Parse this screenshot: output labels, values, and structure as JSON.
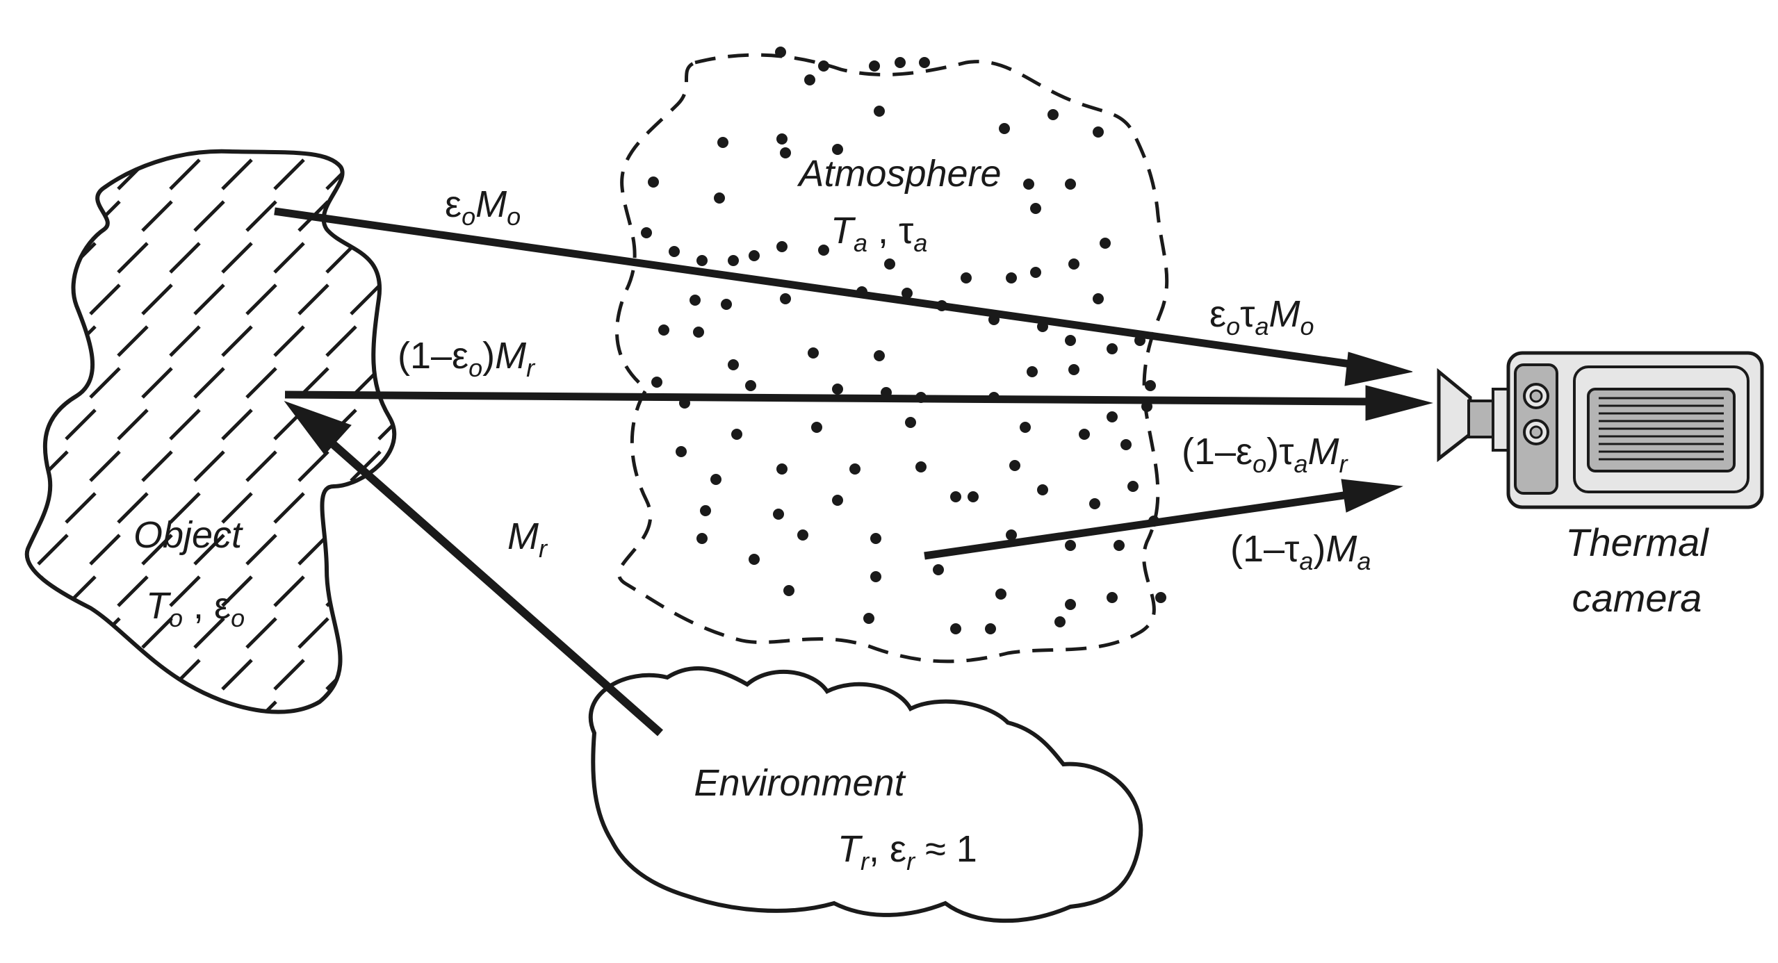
{
  "object": {
    "title": "Object",
    "params": {
      "T": "T",
      "T_sub": "o",
      "sep": " , ",
      "eps": "ε",
      "eps_sub": "o"
    }
  },
  "atmosphere": {
    "title": "Atmosphere",
    "params": {
      "T": "T",
      "T_sub": "a",
      "sep": " , ",
      "tau": "τ",
      "tau_sub": "a"
    }
  },
  "environment": {
    "title": "Environment",
    "params": {
      "T": "T",
      "T_sub": "r",
      "sep": ", ",
      "eps": "ε",
      "eps_sub": "r",
      "approx": " ≈ 1"
    }
  },
  "camera": {
    "line1": "Thermal",
    "line2": "camera"
  },
  "flux_labels": {
    "emitted": {
      "eps": "ε",
      "eps_sub": "o",
      "M": "M",
      "M_sub": "o"
    },
    "reflected": {
      "pre": "(1–",
      "eps": "ε",
      "eps_sub": "o",
      "close": ")",
      "M": "M",
      "M_sub": "r"
    },
    "environment": {
      "M": "M",
      "M_sub": "r"
    },
    "emitted_attenuated": {
      "eps": "ε",
      "eps_sub": "o",
      "tau": "τ",
      "tau_sub": "a",
      "M": "M",
      "M_sub": "o"
    },
    "reflected_attenuated": {
      "pre": "(1–",
      "eps": "ε",
      "eps_sub": "o",
      "close": ")",
      "tau": "τ",
      "tau_sub": "a",
      "M": "M",
      "M_sub": "r"
    },
    "atmosphere_emitted": {
      "pre": "(1–",
      "tau": "τ",
      "tau_sub": "a",
      "close": ")",
      "M": "M",
      "M_sub": "a"
    }
  },
  "colors": {
    "stroke": "#1a1a1a",
    "camera_fill": "#e6e6e6",
    "camera_dark": "#b4b4b4",
    "background": "#ffffff"
  }
}
